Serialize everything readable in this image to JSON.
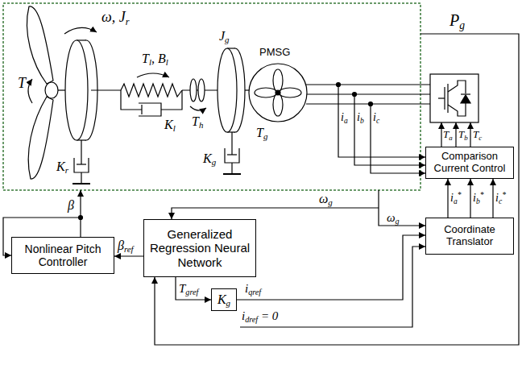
{
  "diagram": {
    "nodes": [
      {
        "text": [
          "Comparison Current Control"
        ]
      },
      {
        "text": [
          "Coordinate Translator"
        ]
      },
      {
        "text": [
          "Nonlinear Pitch Controller"
        ]
      },
      {
        "text": [
          "Generalized Regression Neural Network"
        ]
      },
      {
        "text": [
          "Kg"
        ]
      }
    ],
    "edges": [
      {
        "from": 3,
        "to": 2,
        "arrow": "to",
        "label": "βref"
      },
      {
        "from": 3,
        "to": 4,
        "arrow": "to",
        "label": "Tgref"
      },
      {
        "from": 4,
        "to": 1,
        "arrow": "to",
        "label": "iqref"
      },
      {
        "from": 1,
        "to": 0,
        "arrow": "to",
        "label": "ia*"
      },
      {
        "from": 1,
        "to": 0,
        "arrow": "to",
        "label": "ib*"
      },
      {
        "from": 1,
        "to": 0,
        "arrow": "to",
        "label": "ic*"
      }
    ],
    "labels": [
      "ω, Jr",
      "T",
      "Tl, Bl",
      "Kl",
      "Kr",
      "Jg",
      "Th",
      "Tg",
      "Kg",
      "PMSG",
      "Pg",
      "ia",
      "ib",
      "ic",
      "Ta",
      "Tb",
      "Tc",
      "ωg",
      "ωg",
      "β",
      "idref = 0"
    ]
  }
}
